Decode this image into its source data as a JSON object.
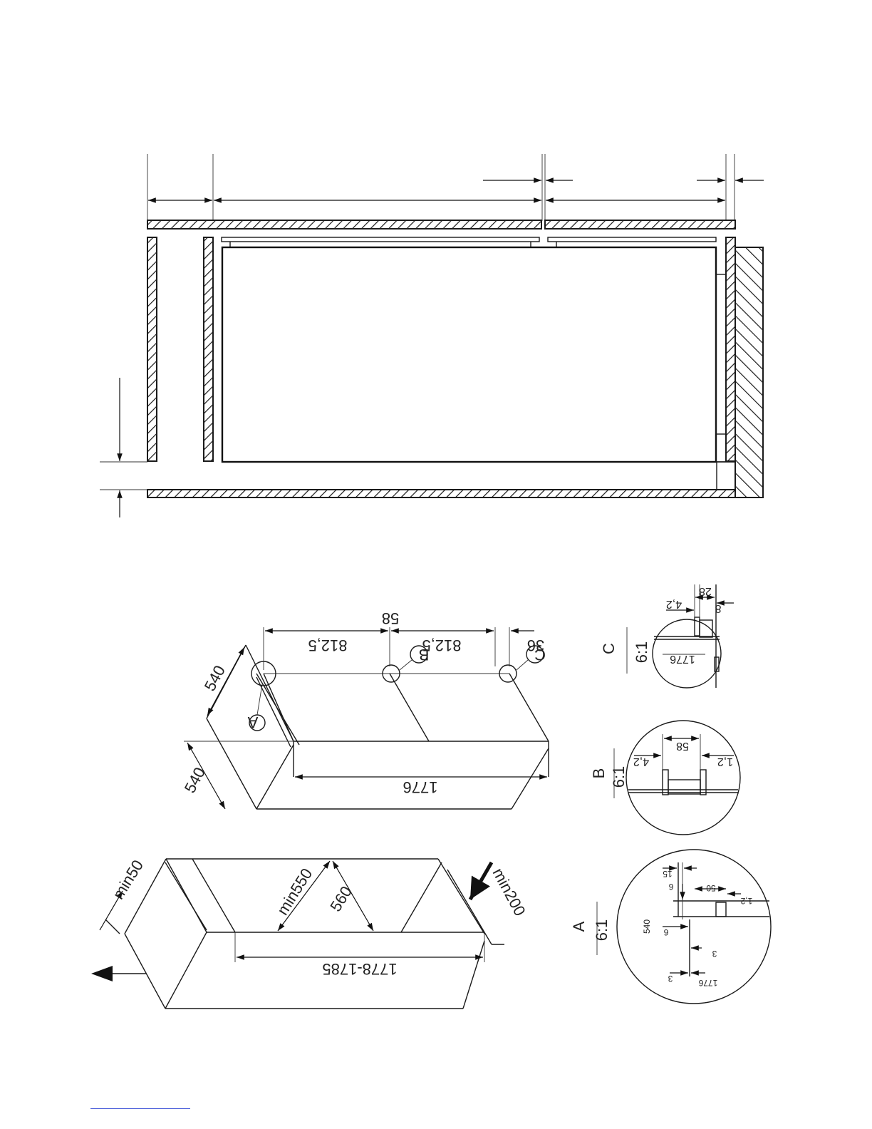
{
  "iso_view": {
    "dims": {
      "width_total": "1776",
      "depth_side": "540",
      "depth_top": "540",
      "door_left": "812,5",
      "door_right": "812,5",
      "gap_center": "58",
      "gap_right": "36"
    },
    "callouts": {
      "a": "A",
      "b": "B",
      "c": "C"
    }
  },
  "niche_view": {
    "dims": {
      "niche_width": "1778-1785",
      "min_depth": "min550",
      "depth": "560",
      "min_top": "min50",
      "min_side": "min200"
    }
  },
  "details": {
    "c": {
      "letter": "C",
      "scale": "6:1",
      "dims": {
        "d28": "28",
        "d42": "4,2",
        "d8": "8",
        "d1776": "1776"
      }
    },
    "b": {
      "letter": "B",
      "scale": "6:1",
      "dims": {
        "d58": "58",
        "d42": "4,2",
        "d12": "1,2"
      }
    },
    "a": {
      "letter": "A",
      "scale": "6:1",
      "dims": {
        "d15": "15",
        "d6a": "6",
        "d50": "50",
        "d12": "1,2",
        "d540": "540",
        "d6b": "6",
        "d3a": "3",
        "d3b": "3",
        "d1776": "1776"
      }
    }
  },
  "colors": {
    "line": "#1a1a1a",
    "link": "#3a4fd6"
  }
}
